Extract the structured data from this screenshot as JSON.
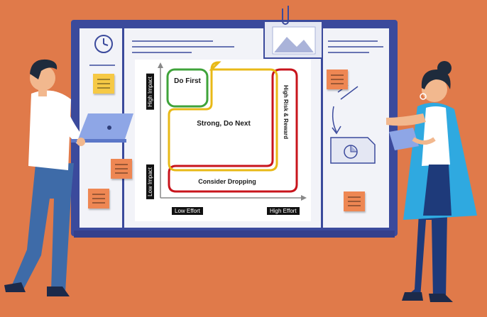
{
  "matrix": {
    "high_impact": "High Impact",
    "low_impact": "Low Impact",
    "low_effort": "Low Effort",
    "high_effort": "High Effort",
    "quadrants": {
      "do_first": "Do First",
      "strong_do_next": "Strong, Do Next",
      "high_risk_reward": "High Risk & Reward",
      "consider_dropping": "Consider Dropping"
    }
  },
  "colors": {
    "background": "#E07A4A",
    "board_frame": "#3B4A9C",
    "do_first": "#3FA33A",
    "strong_do_next": "#E8B917",
    "consider_dropping": "#C8141C"
  },
  "icons": [
    "clock-icon",
    "picture-icon",
    "paperclip-icon",
    "laptop-icon",
    "tablet-icon",
    "arrow-icon"
  ]
}
